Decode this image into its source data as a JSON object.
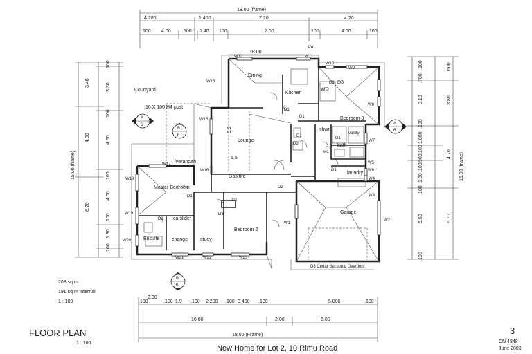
{
  "dimensions": {
    "top_frame": "18.00 (frame)",
    "top_row1": [
      "4.200",
      "1.400",
      "7.20",
      "4.20"
    ],
    "top_row2": [
      ".100",
      "4.00",
      ".100",
      "1.40",
      ".100",
      "7.00",
      ".100",
      "4.00",
      ".100"
    ],
    "plan_width": "18.00",
    "left_row1": [
      "3.40",
      "4.80",
      "6.20"
    ],
    "left_row2": [
      ".100",
      "3.30",
      ".100",
      "4.60",
      ".100",
      "4.00",
      ".100",
      "1.90",
      ".100"
    ],
    "left_frame": "15.00 (frame)",
    "right_row1": [
      ".600",
      "3.80",
      "4.70",
      "5.70"
    ],
    "right_row2": [
      ".100",
      ".700",
      "3.10",
      ".100",
      "1.800",
      ".100",
      ".900",
      ".100",
      "1.80",
      ".100",
      "5.50",
      ".100"
    ],
    "right_frame": "15.00 (frame)",
    "bottom_row1": [
      ".100",
      "2.00",
      ".100",
      "1.9",
      ".100",
      "2.200",
      ".100",
      "3.400",
      ".100",
      "5.800",
      ".100"
    ],
    "bottom_row2": [
      "10.00",
      "2.00",
      "6.00"
    ],
    "bottom_frame": "18.00 (Frame)"
  },
  "rooms": {
    "dining": "Dining",
    "kitchen": "Kitchen",
    "wd": "WD",
    "d3_top": "D3",
    "bedroom3": "Bedroom 3",
    "lounge": "Lounge",
    "lounge_dim1": "5.8",
    "lounge_dim2": "5.5",
    "gas_fire": "Gas fire",
    "shwr": "shwr",
    "vanity": "vanity",
    "bath": "bath",
    "wc": "wc",
    "laundry": "laundry",
    "verandah": "Verandah",
    "master_bedroom": "Master Bedroom",
    "ensuite": "Ensuite",
    "change": "change",
    "ca_slider": "ca slider",
    "study": "study",
    "bedroom2": "Bedroom 2",
    "garage": "Garage",
    "courtyard": "Courtyard",
    "post": "10 X 100 H4 post",
    "dw": "dw",
    "garage_door": "D8 Cedar Sectional Overdoor"
  },
  "labels": {
    "windows": [
      "W12",
      "W11",
      "W10",
      "W9",
      "W13",
      "W8",
      "W15",
      "W7",
      "W16",
      "W17",
      "W18",
      "W6",
      "W5",
      "W4",
      "W3",
      "W19",
      "W20",
      "W21",
      "W22",
      "W23",
      "W1",
      "W2"
    ],
    "doors": [
      "D1",
      "D1",
      "D1",
      "D1",
      "D1",
      "D1",
      "D1",
      "D1",
      "D2",
      "D3",
      "D3",
      "D3",
      "D1"
    ]
  },
  "section_markers": [
    {
      "letter": "A",
      "num": "6"
    },
    {
      "letter": "B",
      "num": "6"
    },
    {
      "letter": "A",
      "num": "6"
    },
    {
      "letter": "B",
      "num": "6"
    }
  ],
  "area": {
    "gross": "208 sq m",
    "internal": "191 sq m internal",
    "scale": "1 : 100"
  },
  "title": {
    "heading": "FLOOR PLAN",
    "scale": "1 : 100",
    "project": "New Home  for  Lot 2,   10 Rimu Road",
    "sheet": "3",
    "job": "CN 4848",
    "date": "June  2003"
  }
}
